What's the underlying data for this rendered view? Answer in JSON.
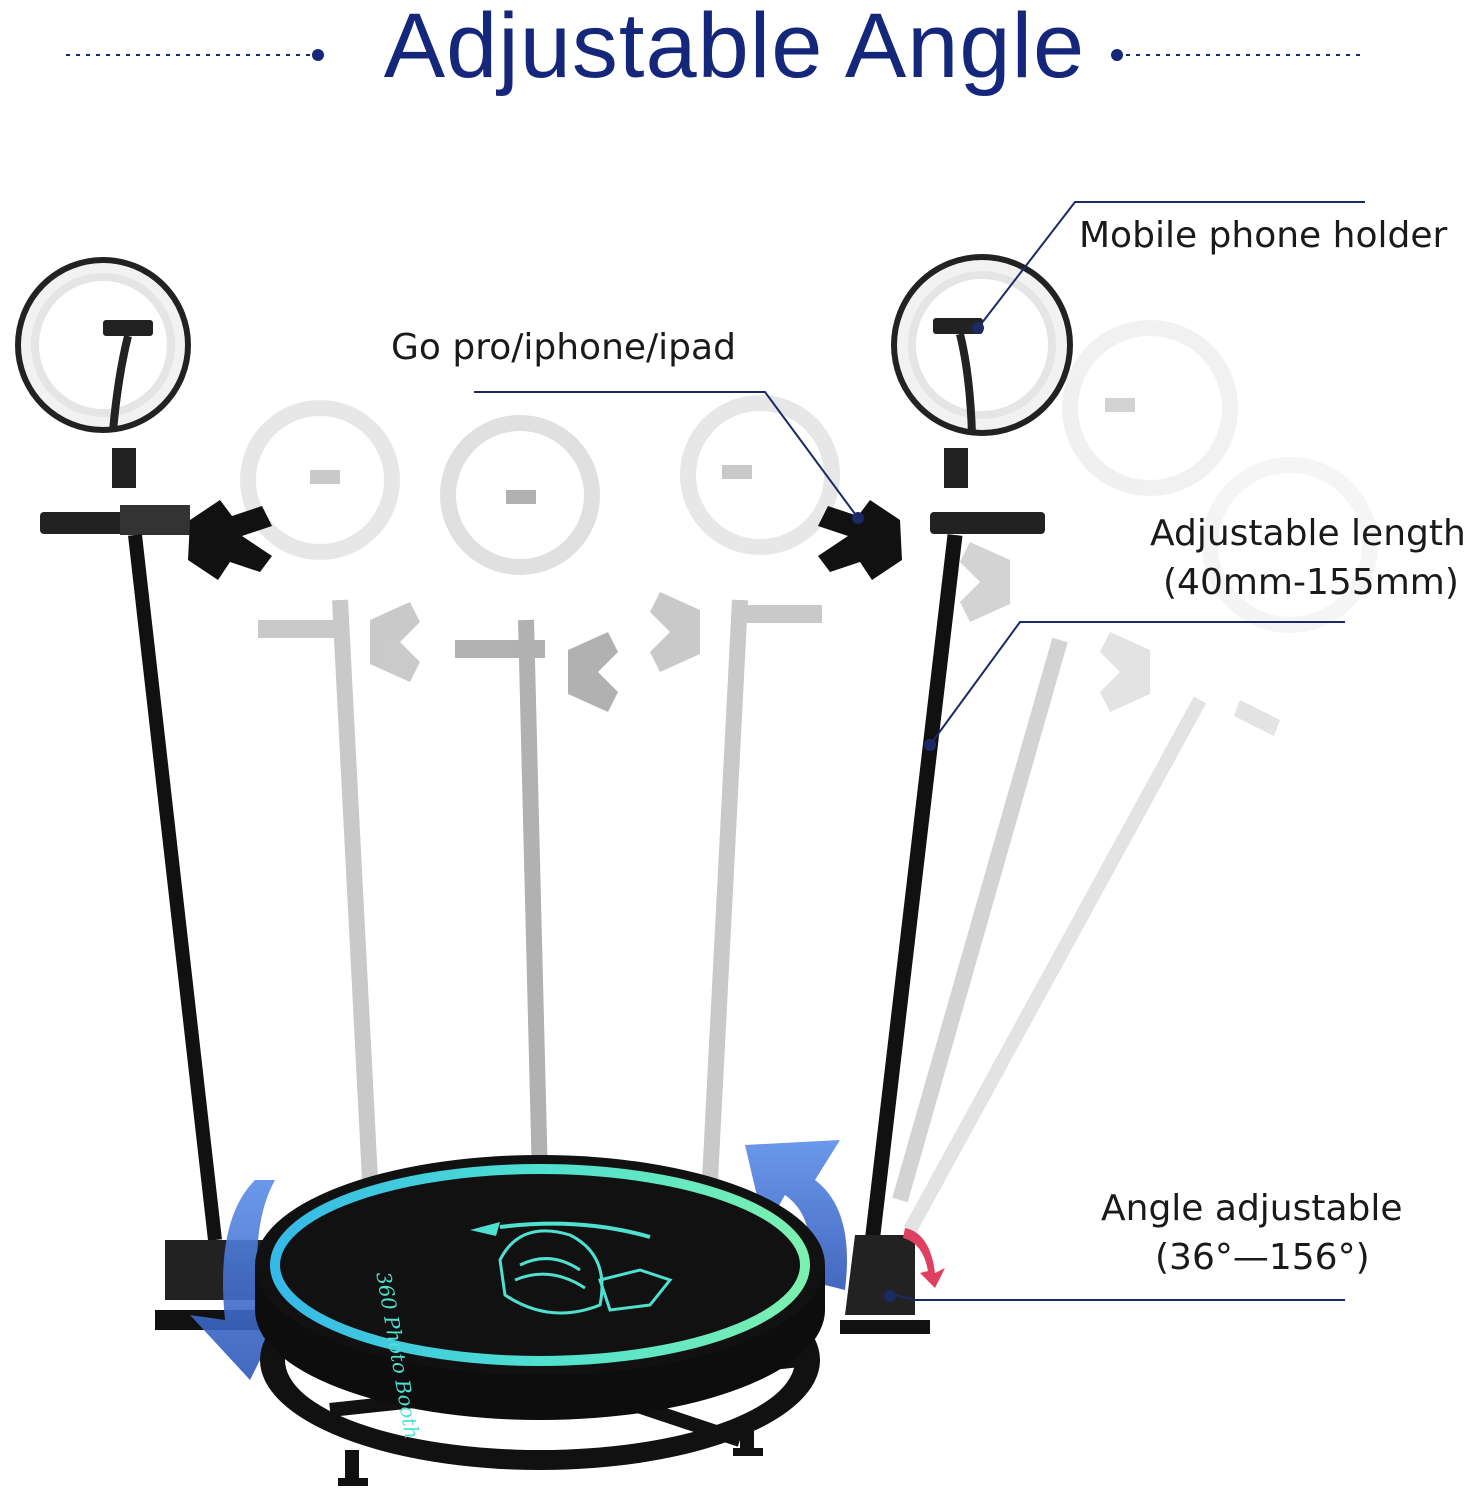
{
  "title": "Adjustable Angle",
  "callouts": {
    "mobile_phone_holder": "Mobile phone holder",
    "go_pro": "Go pro/iphone/ipad",
    "adjustable_length_line1": "Adjustable length",
    "adjustable_length_line2": "(40mm-155mm)",
    "angle_adjustable_line1": "Angle adjustable",
    "angle_adjustable_line2": "(36°—156°)"
  },
  "platform_logo_text": "360 Photo Booth",
  "colors": {
    "title": "#14277a",
    "callout_line": "#1b2a66",
    "ring_glow": "#35d3d9",
    "arrow_blue": "#3f6fd0",
    "arrow_red": "#e04060"
  }
}
